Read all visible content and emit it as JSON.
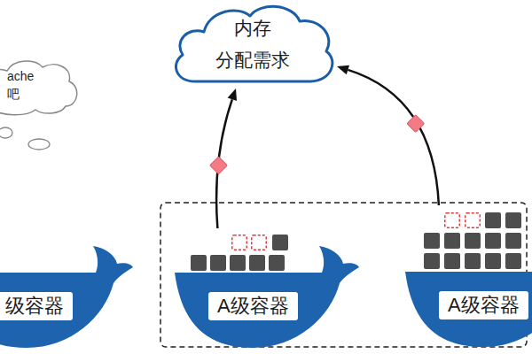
{
  "diagram": {
    "nodes": [
      {
        "text": [
          "内存 分配需求"
        ]
      },
      {
        "text": [
          "ache 吧"
        ]
      },
      {
        "text": [
          "级容器"
        ]
      },
      {
        "text": [
          "A级容器"
        ]
      },
      {
        "text": [
          "A级容器"
        ]
      }
    ],
    "edges": [
      {
        "from": 3,
        "to": 0,
        "arrow": "to"
      },
      {
        "from": 4,
        "to": 0,
        "arrow": "to"
      }
    ]
  }
}
